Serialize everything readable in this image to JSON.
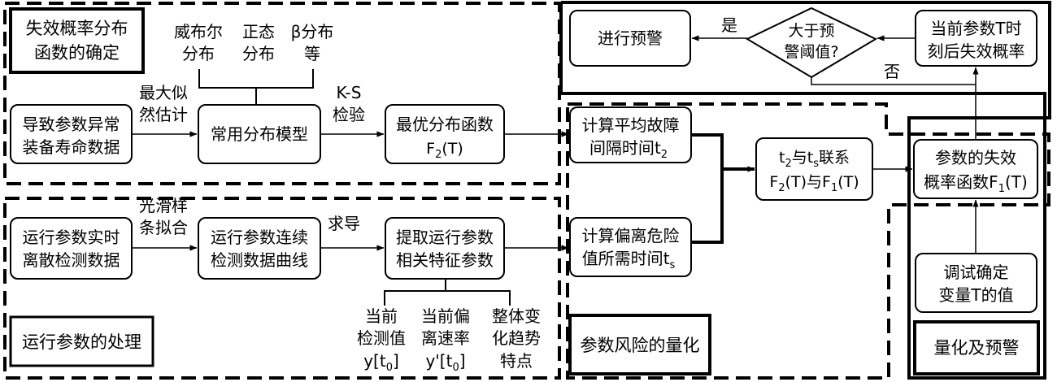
{
  "regions": {
    "failure_dist": "失效概率分布\n函数的确定",
    "param_processing": "运行参数的处理",
    "risk_quant": "参数风险的量化",
    "quant_warning": "量化及预警"
  },
  "boxes": {
    "life_data": "导致参数异常\n装备寿命数据",
    "common_models": "常用分布模型",
    "optimal_dist": "最优分布函数\nF2(T)",
    "mtbf": "计算平均故障\n间隔时间t2",
    "realtime_data": "运行参数实时\n离散检测数据",
    "continuous_curve": "运行参数连续\n检测数据曲线",
    "extract_features": "提取运行参数\n相关特征参数",
    "deviation_time": "计算偏离危险\n值所需时间ts",
    "relation": "t2与ts联系\nF2(T)与F1(T)",
    "failure_func": "参数的失效\n概率函数F1(T)",
    "debug_T": "调试确定\n变量T的值",
    "warning": "进行预警",
    "threshold": "大于预\n警阈值?",
    "prob_after_T": "当前参数T时\n刻后失效概率"
  },
  "labels": {
    "weibull": "威布尔\n分布",
    "normal": "正态\n分布",
    "beta": "β分布\n等",
    "mle": "最大似\n然估计",
    "ks": "K-S\n检验",
    "smoothing": "光滑样\n条拟合",
    "derivative": "求导",
    "current_value": "当前\n检测值\ny[t0]",
    "deviation_rate": "当前偏\n离速率\ny'[t0]",
    "trend": "整体变\n化趋势\n特点",
    "yes": "是",
    "no": "否"
  }
}
